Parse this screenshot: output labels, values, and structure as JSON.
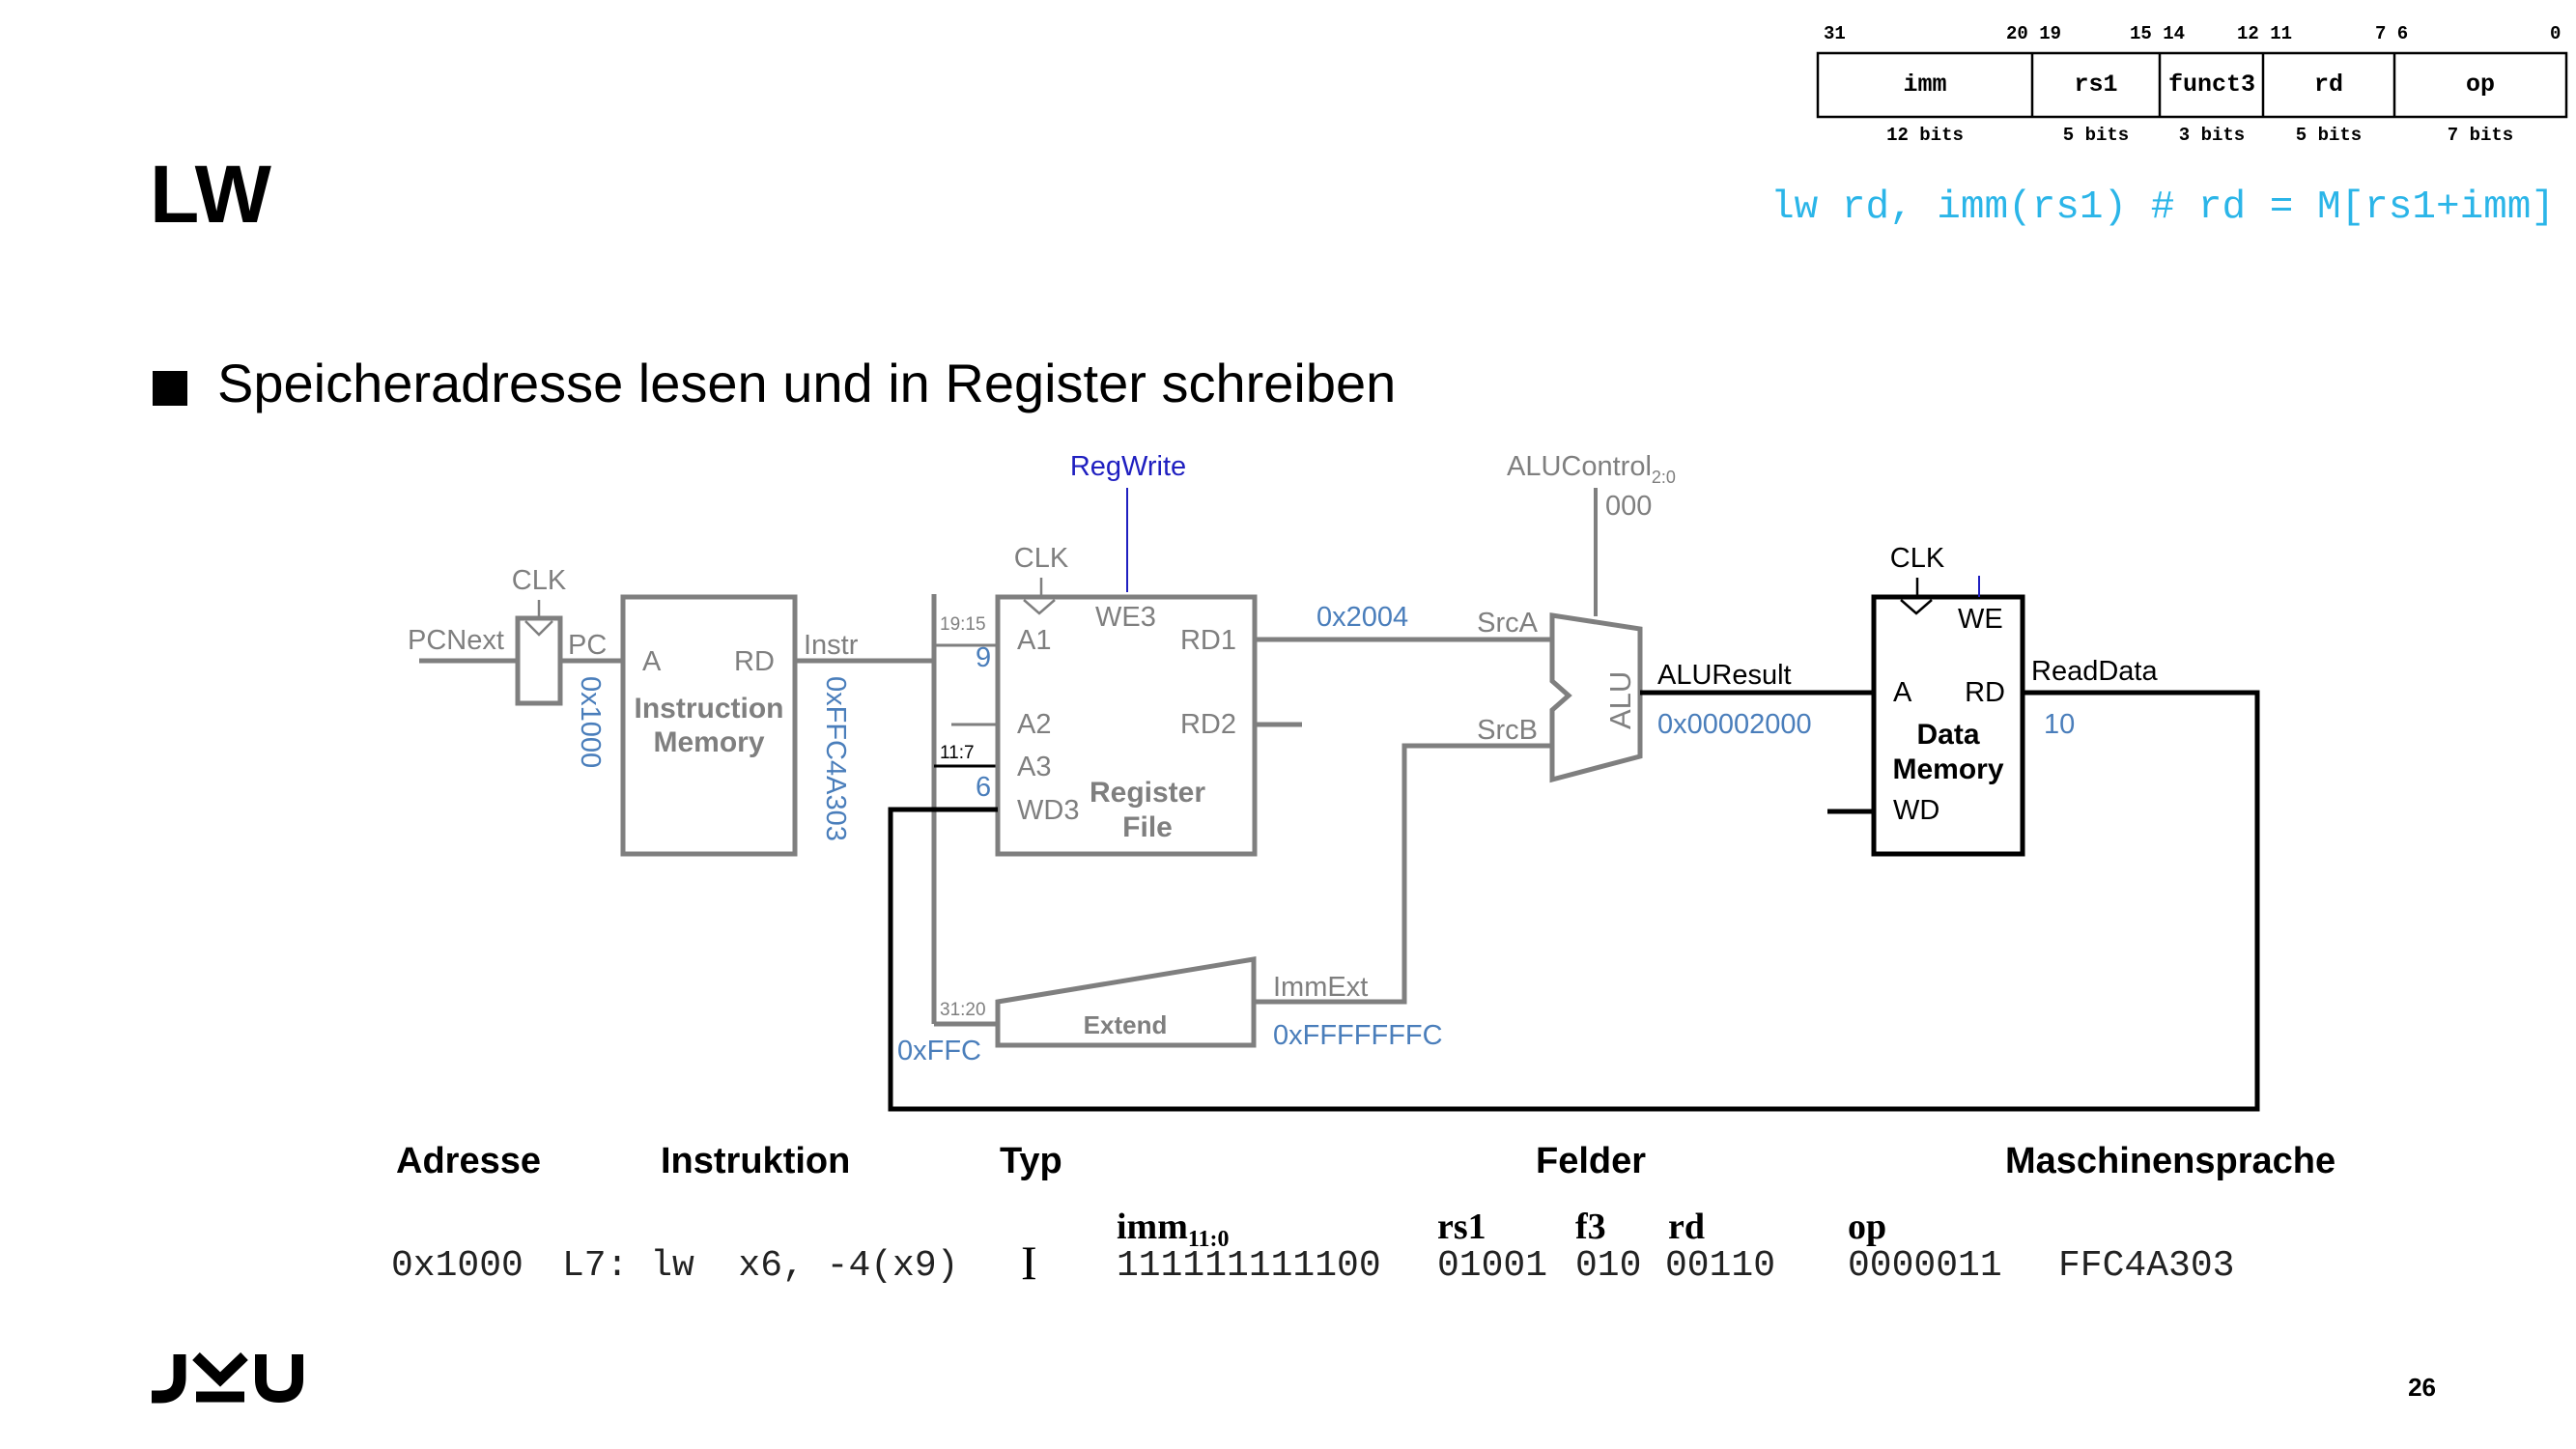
{
  "slide": {
    "title": "LW",
    "bullet": "Speicheradresse lesen und in Register schreiben",
    "syntax": "lw rd, imm(rs1) # rd = M[rs1+imm]",
    "page_number": "26",
    "logo_text": "JKU"
  },
  "format": {
    "bit_positions": [
      "31",
      "20 19",
      "15 14",
      "12 11",
      "7 6",
      "0"
    ],
    "fields": [
      {
        "name": "imm",
        "size": "12 bits"
      },
      {
        "name": "rs1",
        "size": "5 bits"
      },
      {
        "name": "funct3",
        "size": "3 bits"
      },
      {
        "name": "rd",
        "size": "5 bits"
      },
      {
        "name": "op",
        "size": "7 bits"
      }
    ]
  },
  "diagram": {
    "labels": {
      "regwrite": "RegWrite",
      "alucontrol": "ALUControl",
      "alucontrol_sub": "2:0",
      "alucontrol_value": "000",
      "clk": "CLK",
      "pcnext": "PCNext",
      "pc": "PC",
      "pc_value": "0x1000",
      "imem_a": "A",
      "imem_rd": "RD",
      "imem_title_1": "Instruction",
      "imem_title_2": "Memory",
      "instr": "Instr",
      "instr_value": "0xFFC4A303",
      "bits_19_15": "19:15",
      "a1_value": "9",
      "a1": "A1",
      "a2": "A2",
      "a3": "A3",
      "wd3": "WD3",
      "we3": "WE3",
      "rd1": "RD1",
      "rd2": "RD2",
      "rf_title_1": "Register",
      "rf_title_2": "File",
      "bits_11_7": "11:7",
      "a3_value": "6",
      "rd1_value": "0x2004",
      "srca": "SrcA",
      "srcb": "SrcB",
      "alu": "ALU",
      "aluresult": "ALUResult",
      "aluresult_value": "0x00002000",
      "dmem_we": "WE",
      "dmem_a": "A",
      "dmem_rd": "RD",
      "dmem_wd": "WD",
      "dmem_title_1": "Data",
      "dmem_title_2": "Memory",
      "readdata": "ReadData",
      "readdata_value": "10",
      "bits_31_20": "31:20",
      "imm_value": "0xFFC",
      "extend": "Extend",
      "immext": "ImmExt",
      "immext_value": "0xFFFFFFFC"
    }
  },
  "table": {
    "headers": [
      "Adresse",
      "Instruktion",
      "Typ",
      "Felder",
      "Maschinensprache"
    ],
    "field_labels": {
      "imm": "imm",
      "imm_sub": "11:0",
      "rs1": "rs1",
      "f3": "f3",
      "rd": "rd",
      "op": "op"
    },
    "row": {
      "address": "0x1000",
      "instruction": "L7: lw  x6, -4(x9)",
      "type": "I",
      "imm": "111111111100",
      "rs1": "01001",
      "f3": "010",
      "rd": "00110",
      "op": "0000011",
      "machine": "FFC4A303"
    }
  },
  "colors": {
    "grey": "#7f7f7f",
    "dark": "#000000",
    "blue_value": "#4a7ebb",
    "regwrite_blue": "#1f1fc0",
    "cyan": "#2bb5e8"
  }
}
